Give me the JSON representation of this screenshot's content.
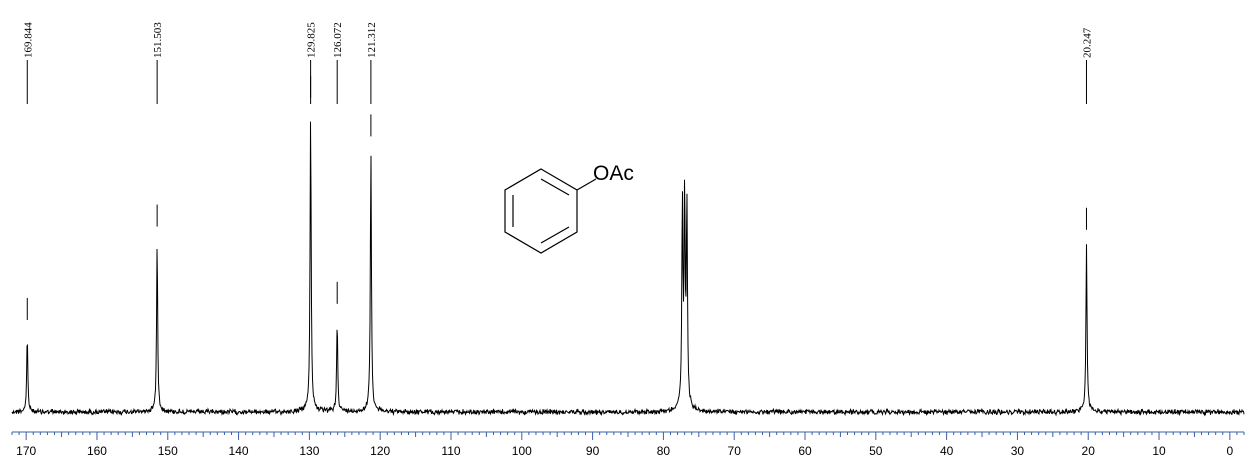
{
  "chart_data": {
    "type": "line",
    "xlim": [
      172,
      -2
    ],
    "x_axis_reversed": true,
    "grid": false,
    "legend": "none",
    "tick_labels": [
      "170",
      "160",
      "150",
      "140",
      "130",
      "120",
      "110",
      "100",
      "90",
      "80",
      "70",
      "60",
      "50",
      "40",
      "30",
      "20",
      "10",
      "0"
    ],
    "tick_values": [
      170,
      160,
      150,
      140,
      130,
      120,
      110,
      100,
      90,
      80,
      70,
      60,
      50,
      40,
      30,
      20,
      10,
      0
    ],
    "peaks": [
      {
        "shift": 169.844,
        "label": "169.844",
        "intensity": 0.23
      },
      {
        "shift": 151.503,
        "label": "151.503",
        "intensity": 0.52
      },
      {
        "shift": 129.825,
        "label": "129.825",
        "intensity": 0.92
      },
      {
        "shift": 126.072,
        "label": "126.072",
        "intensity": 0.28
      },
      {
        "shift": 121.312,
        "label": "121.312",
        "intensity": 0.8
      },
      {
        "shift": 20.247,
        "label": "20.247",
        "intensity": 0.51
      }
    ],
    "solvent_peaks": [
      {
        "shift": 77.32,
        "intensity": 0.62
      },
      {
        "shift": 77.0,
        "intensity": 0.63
      },
      {
        "shift": 76.68,
        "intensity": 0.62
      }
    ],
    "annotation": "OAc",
    "line_color": "#000000"
  }
}
